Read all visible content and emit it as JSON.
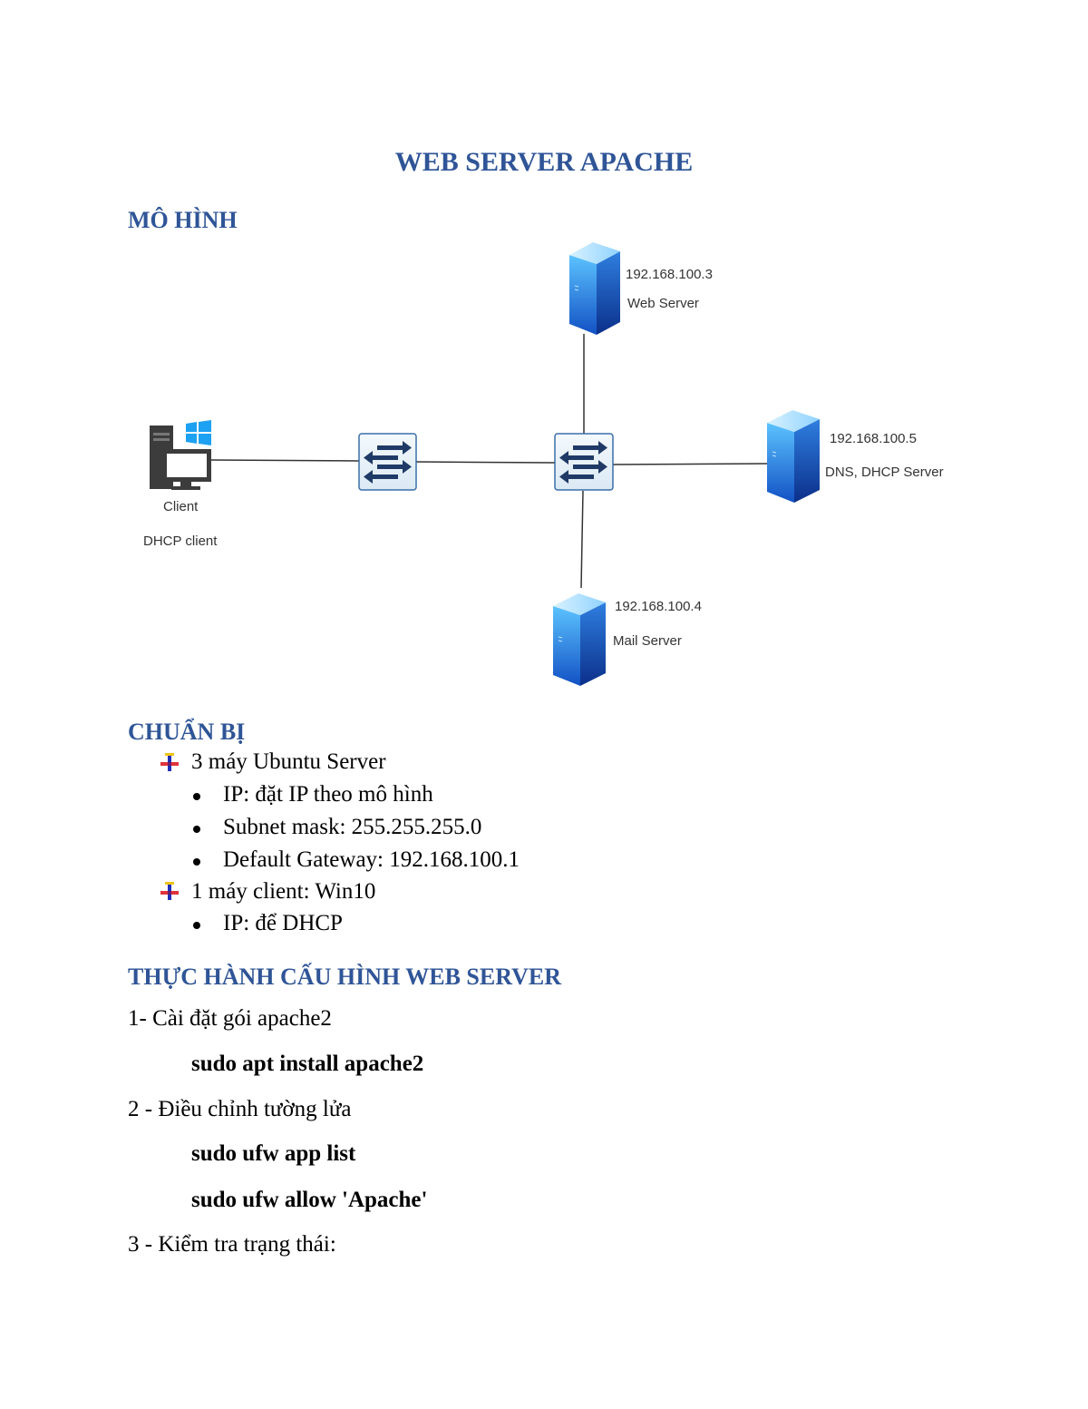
{
  "doc": {
    "title": "WEB SERVER APACHE",
    "section_model": "MÔ HÌNH",
    "section_prepare": "CHUẨN BỊ",
    "section_practice": "THỰC HÀNH CẤU HÌNH WEB SERVER"
  },
  "diagram": {
    "web_server": {
      "ip": "192.168.100.3",
      "name": "Web Server"
    },
    "dns_server": {
      "ip": "192.168.100.5",
      "name": "DNS, DHCP Server"
    },
    "mail_server": {
      "ip": "192.168.100.4",
      "name": "Mail Server"
    },
    "client": {
      "name": "Client",
      "role": "DHCP client"
    },
    "icons": [
      "server-icon",
      "switch-icon",
      "windows-pc-icon"
    ],
    "colors": {
      "server_blue": "#1e6fd9",
      "switch_border": "#3a6fa8",
      "heading_blue": "#2f5597"
    }
  },
  "prepare": {
    "group1": "3 máy Ubuntu Server",
    "group1_items": [
      "IP: đặt IP theo mô hình",
      "Subnet mask: 255.255.255.0",
      "Default Gateway: 192.168.100.1"
    ],
    "group2": "1 máy client: Win10",
    "group2_items": [
      "IP: để DHCP"
    ]
  },
  "steps": {
    "step1": "1- Cài đặt gói apache2",
    "cmd1": "sudo apt install apache2",
    "step2": "2 - Điều chỉnh tường lửa",
    "cmd2": "sudo ufw app list",
    "cmd3": "sudo ufw allow 'Apache'",
    "step3": "3 - Kiểm tra trạng thái:"
  }
}
